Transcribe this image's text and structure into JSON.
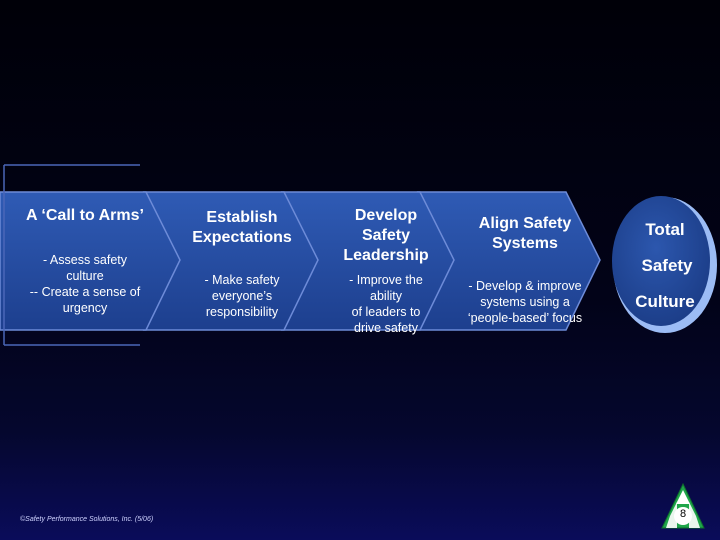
{
  "steps": [
    {
      "title": "A ‘Call to Arms’",
      "desc": [
        "- Assess safety",
        "culture",
        "-- Create a sense of",
        "urgency"
      ]
    },
    {
      "title": [
        "Establish",
        "Expectations"
      ],
      "desc": [
        "- Make safety",
        "everyone’s",
        "responsibility"
      ]
    },
    {
      "title": [
        "Develop",
        "Safety",
        "Leadership"
      ],
      "desc": [
        "- Improve the",
        "ability",
        "of leaders to",
        "drive safety"
      ]
    },
    {
      "title": [
        "Align Safety",
        "Systems"
      ],
      "desc": [
        "- Develop & improve",
        "systems using a",
        "‘people-based’ focus"
      ]
    }
  ],
  "goal": {
    "line1": "Total",
    "line2": "Safety",
    "line3": "Culture"
  },
  "footer": "©Safety Performance Solutions, Inc. (5/06)",
  "page_number": "8",
  "colors": {
    "arrow_fill": "#2a52a8",
    "arrow_edge": "#6d8bd8",
    "circle_fill": "#264ea0",
    "circle_ring": "#8fb0f0",
    "badge_green": "#1fa64a"
  }
}
